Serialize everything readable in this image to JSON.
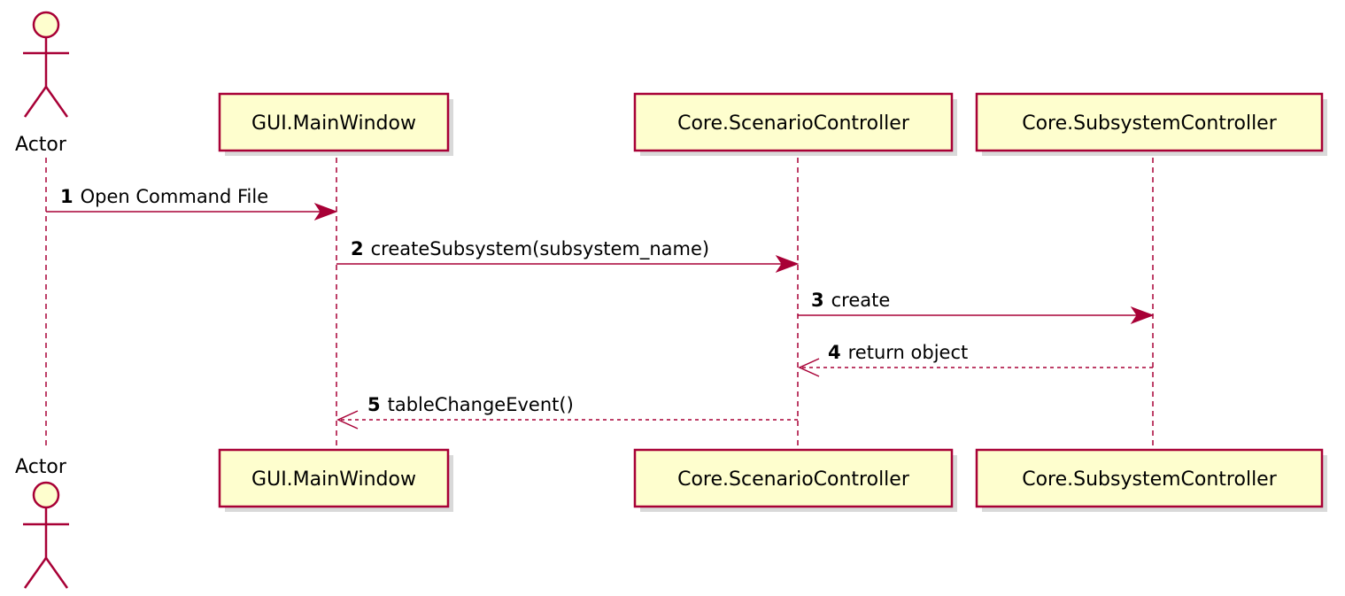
{
  "actor": {
    "top_label": "Actor",
    "bottom_label": "Actor"
  },
  "participants": [
    {
      "name": "GUI.MainWindow"
    },
    {
      "name": "Core.ScenarioController"
    },
    {
      "name": "Core.SubsystemController"
    }
  ],
  "messages": [
    {
      "num": "1",
      "text": "Open Command File",
      "from": "actor",
      "to": "GUI.MainWindow",
      "type": "sync"
    },
    {
      "num": "2",
      "text": "createSubsystem(subsystem_name)",
      "from": "GUI.MainWindow",
      "to": "Core.ScenarioController",
      "type": "sync"
    },
    {
      "num": "3",
      "text": "create",
      "from": "Core.ScenarioController",
      "to": "Core.SubsystemController",
      "type": "sync"
    },
    {
      "num": "4",
      "text": "return object",
      "from": "Core.SubsystemController",
      "to": "Core.ScenarioController",
      "type": "return"
    },
    {
      "num": "5",
      "text": "tableChangeEvent()",
      "from": "Core.ScenarioController",
      "to": "GUI.MainWindow",
      "type": "return"
    }
  ],
  "colors": {
    "border": "#A80036",
    "fill": "#FEFECE",
    "shadow": "#d9d9d9"
  }
}
